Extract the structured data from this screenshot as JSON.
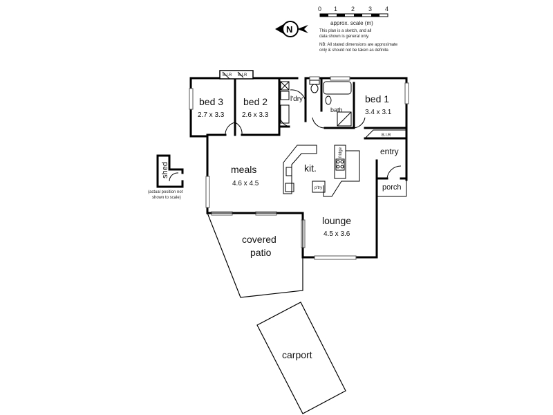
{
  "scale": {
    "ticks": [
      "0",
      "1",
      "2",
      "3",
      "4"
    ],
    "label": "approx. scale (m)",
    "note1": "This plan is a sketch, and all",
    "note2": "data shown is general only.",
    "nb1": "NB: All stated dimensions are approximate",
    "nb2": "only & should not be taken as definite."
  },
  "compass": {
    "letter": "N"
  },
  "rooms": {
    "bed3": {
      "name": "bed 3",
      "dims": "2.7 x 3.3"
    },
    "bed2": {
      "name": "bed 2",
      "dims": "2.6 x 3.3"
    },
    "bed1": {
      "name": "bed 1",
      "dims": "3.4 x 3.1"
    },
    "ldry": {
      "name": "l'dry"
    },
    "bath": {
      "name": "bath"
    },
    "entry": {
      "name": "entry"
    },
    "porch": {
      "name": "porch"
    },
    "meals": {
      "name": "meals",
      "dims": "4.6 x 4.5"
    },
    "kit": {
      "name": "kit."
    },
    "lounge": {
      "name": "lounge",
      "dims": "4.5 x 3.6"
    },
    "patio_line1": "covered",
    "patio_line2": "patio",
    "carport": {
      "name": "carport"
    },
    "shed": {
      "name": "shed"
    }
  },
  "labels": {
    "bir": "B.I.R",
    "pty": "p'try",
    "fridge": "fridge",
    "shed_note1": "(actual position not",
    "shed_note2": "shown to scale)"
  }
}
